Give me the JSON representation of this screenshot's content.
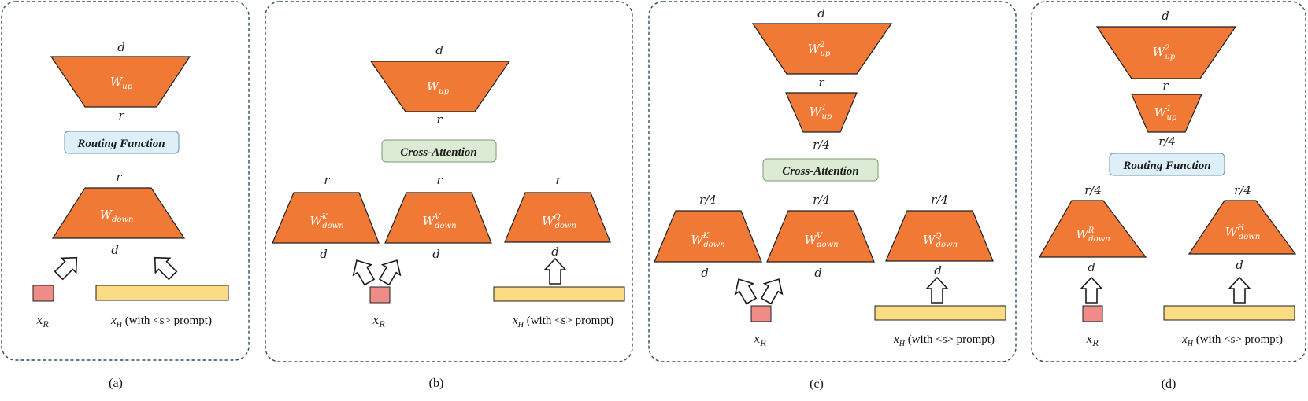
{
  "colors": {
    "trapezoid_fill": "#F07A35",
    "trapezoid_stroke": "#1f1f1f",
    "panel_border": "#2f4f66",
    "routing_fill": "#DDEFF8",
    "attention_fill": "#DCEBD3",
    "xr_fill": "#F08C87",
    "xh_fill": "#FBDC84"
  },
  "icons": {
    "arrow": "hollow-block-arrow-icon"
  },
  "panels": {
    "a": {
      "caption": "(a)",
      "w_up": {
        "base": "W",
        "sub": "up"
      },
      "up_top": "d",
      "up_bottom": "r",
      "routing": "Routing Function",
      "down_top": "r",
      "w_down": {
        "base": "W",
        "sub": "down"
      },
      "down_bottom": "d",
      "xr": {
        "base": "x",
        "sub": "R"
      },
      "xh": {
        "base": "x",
        "sub": "H",
        "suffix": " (with <s> prompt)"
      }
    },
    "b": {
      "caption": "(b)",
      "up_top": "d",
      "w_up": {
        "base": "W",
        "sub": "up"
      },
      "up_bottom": "r",
      "attention": "Cross-Attention",
      "k": {
        "top": "r",
        "base": "W",
        "sub": "down",
        "sup": "K",
        "bottom": "d"
      },
      "v": {
        "top": "r",
        "base": "W",
        "sub": "down",
        "sup": "V",
        "bottom": "d"
      },
      "q": {
        "top": "r",
        "base": "W",
        "sub": "down",
        "sup": "Q",
        "bottom": "d"
      },
      "xr": {
        "base": "x",
        "sub": "R"
      },
      "xh": {
        "base": "x",
        "sub": "H",
        "suffix": " (with <s> prompt)"
      }
    },
    "c": {
      "caption": "(c)",
      "up2_top": "d",
      "w_up2": {
        "base": "W",
        "sub": "up",
        "sup": "2"
      },
      "mid": "r",
      "w_up1": {
        "base": "W",
        "sub": "up",
        "sup": "1"
      },
      "up1_bottom": "r/4",
      "attention": "Cross-Attention",
      "k": {
        "top": "r/4",
        "base": "W",
        "sub": "down",
        "sup": "K",
        "bottom": "d"
      },
      "v": {
        "top": "r/4",
        "base": "W",
        "sub": "down",
        "sup": "V",
        "bottom": "d"
      },
      "q": {
        "top": "r/4",
        "base": "W",
        "sub": "down",
        "sup": "Q",
        "bottom": "d"
      },
      "xr": {
        "base": "x",
        "sub": "R"
      },
      "xh": {
        "base": "x",
        "sub": "H",
        "suffix": " (with <s> prompt)"
      }
    },
    "d": {
      "caption": "(d)",
      "up2_top": "d",
      "w_up2": {
        "base": "W",
        "sub": "up",
        "sup": "2"
      },
      "mid": "r",
      "w_up1": {
        "base": "W",
        "sub": "up",
        "sup": "1"
      },
      "up1_bottom": "r/4",
      "routing": "Routing Function",
      "r_branch": {
        "top": "r/4",
        "base": "W",
        "sub": "down",
        "sup": "R",
        "bottom": "d"
      },
      "h_branch": {
        "top": "r/4",
        "base": "W",
        "sub": "down",
        "sup": "H",
        "bottom": "d"
      },
      "xr": {
        "base": "x",
        "sub": "R"
      },
      "xh": {
        "base": "x",
        "sub": "H",
        "suffix": " (with <s> prompt)"
      }
    }
  }
}
